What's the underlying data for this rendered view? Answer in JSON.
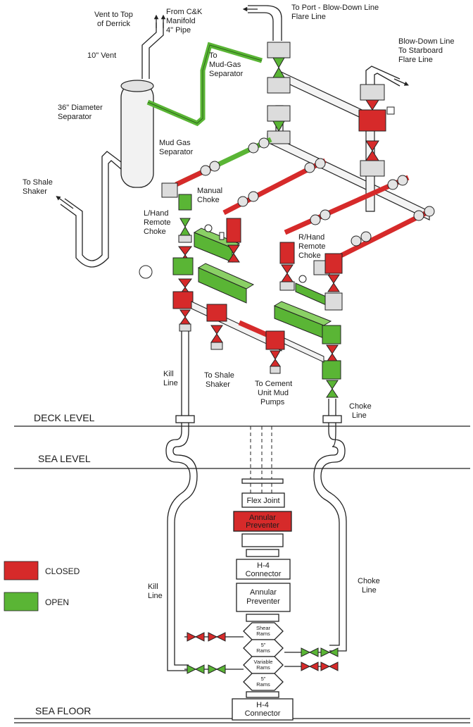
{
  "colors": {
    "closed": "#d62a2a",
    "open": "#5ab535",
    "pipe": "#ffffff",
    "outline": "#222222",
    "grey": "#cfcfcf"
  },
  "labels": {
    "vent_top": [
      "Vent to Top",
      "of Derrick"
    ],
    "from_ck": [
      "From C&K",
      "Manifold",
      "4\" Pipe"
    ],
    "port_flare": [
      "To Port - Blow-Down Line",
      "Flare Line"
    ],
    "starboard_flare": [
      "Blow-Down Line",
      "To Starboard",
      "Flare Line"
    ],
    "vent10": "10\" Vent",
    "to_mud_gas": [
      "To",
      "Mud-Gas",
      "Separator"
    ],
    "sep36": [
      "36\" Diameter",
      "Separator"
    ],
    "mud_gas_sep": [
      "Mud Gas",
      "Separator"
    ],
    "to_shale_left": [
      "To Shale",
      "Shaker"
    ],
    "manual_choke": [
      "Manual",
      "Choke"
    ],
    "lhand_choke": [
      "L/Hand",
      "Remote",
      "Choke"
    ],
    "rhand_choke": [
      "R/Hand",
      "Remote",
      "Choke"
    ],
    "kill_line_top": [
      "Kill",
      "Line"
    ],
    "to_shale_mid": [
      "To Shale",
      "Shaker"
    ],
    "to_cement": [
      "To Cement",
      "Unit Mud",
      "Pumps"
    ],
    "choke_line_top": [
      "Choke",
      "Line"
    ],
    "kill_line_bottom": [
      "Kill",
      "Line"
    ],
    "choke_line_bottom": [
      "Choke",
      "Line"
    ]
  },
  "levels": {
    "deck": "DECK LEVEL",
    "sea": "SEA LEVEL",
    "floor": "SEA FLOOR"
  },
  "stack": {
    "flex_joint": "Flex Joint",
    "annular_top": [
      "Annular",
      "Preventer"
    ],
    "h4_top": [
      "H-4",
      "Connector"
    ],
    "annular_mid": [
      "Annular",
      "Preventer"
    ],
    "shear": [
      "Shear",
      "Rams"
    ],
    "rams5_a": [
      "5\"",
      "Rams"
    ],
    "variable": [
      "Variable",
      "Rams"
    ],
    "rams5_b": [
      "5\"",
      "Rams"
    ],
    "h4_bottom": [
      "H-4",
      "Connector"
    ]
  },
  "legend": [
    {
      "label": "CLOSED",
      "color": "#d62a2a"
    },
    {
      "label": "OPEN",
      "color": "#5ab535"
    }
  ]
}
